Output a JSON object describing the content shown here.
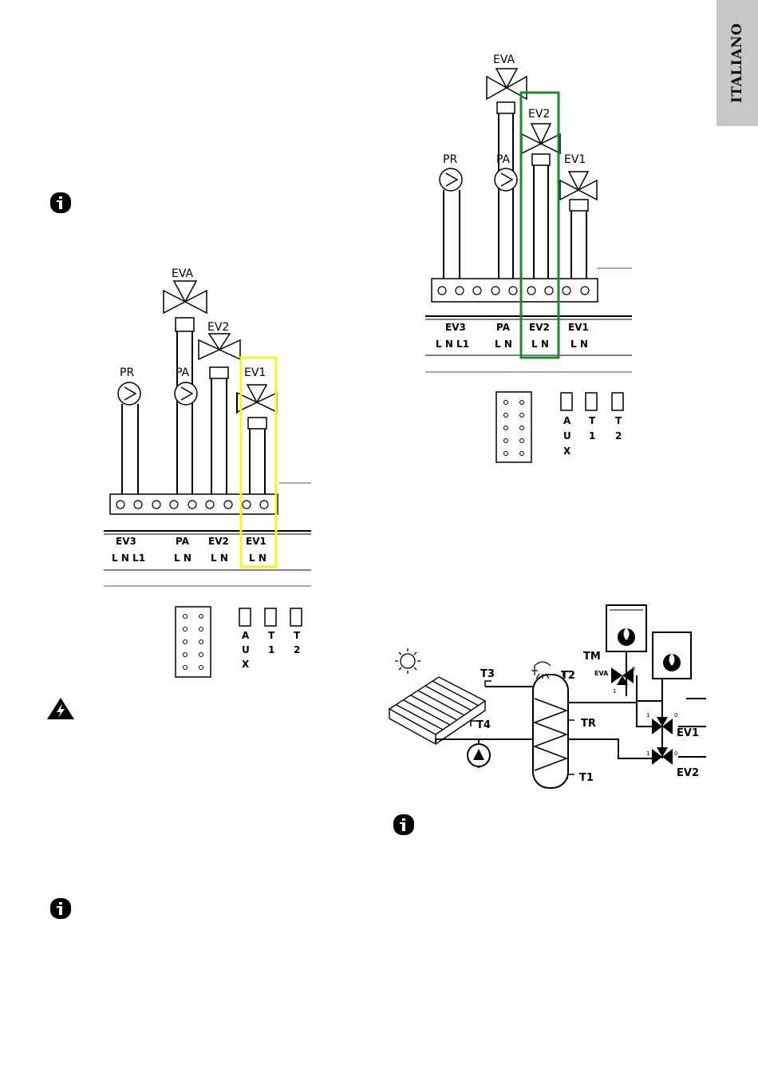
{
  "side_tab": {
    "language": "ITALIANO"
  },
  "wiring_left": {
    "components": {
      "pr": "PR",
      "pa": "PA",
      "eva": "EVA",
      "ev2": "EV2",
      "ev1": "EV1"
    },
    "terminal_groups": [
      {
        "name": "EV3",
        "pins": "L N L1"
      },
      {
        "name": "PA",
        "pins": "L N"
      },
      {
        "name": "EV2",
        "pins": "L N"
      },
      {
        "name": "EV1",
        "pins": "L N"
      }
    ],
    "highlight": "EV1",
    "highlight_color": "#f5f51e",
    "sensor_labels": {
      "aux": [
        "A",
        "U",
        "X"
      ],
      "t1": [
        "T",
        "1"
      ],
      "t2": [
        "T",
        "2"
      ]
    }
  },
  "wiring_right": {
    "components": {
      "pr": "PR",
      "pa": "PA",
      "eva": "EVA",
      "ev2": "EV2",
      "ev1": "EV1"
    },
    "terminal_groups": [
      {
        "name": "EV3",
        "pins": "L N L1"
      },
      {
        "name": "PA",
        "pins": "L N"
      },
      {
        "name": "EV2",
        "pins": "L N"
      },
      {
        "name": "EV1",
        "pins": "L N"
      }
    ],
    "highlight": "EV2",
    "highlight_color": "#1f8a2a",
    "sensor_labels": {
      "aux": [
        "A",
        "U",
        "X"
      ],
      "t1": [
        "T",
        "1"
      ],
      "t2": [
        "T",
        "2"
      ]
    }
  },
  "hydraulic": {
    "labels": {
      "t3": "T3",
      "t4": "T4",
      "t2": "T2",
      "tr": "TR",
      "t1": "T1",
      "tm": "TM",
      "eva": "EVA",
      "ev1": "EV1",
      "ev2": "EV2"
    },
    "port_labels": {
      "one": "1",
      "zero": "0"
    }
  },
  "icons": [
    "info-icon",
    "info-icon",
    "warning-icon",
    "info-icon"
  ]
}
